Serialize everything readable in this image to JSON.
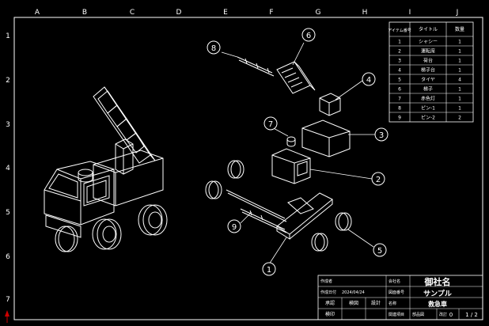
{
  "colors": {
    "background": "#000000",
    "line": "#ffffff",
    "accent_marker": "#cc0000"
  },
  "grid": {
    "columns": [
      "A",
      "B",
      "C",
      "D",
      "E",
      "F",
      "G",
      "H",
      "I",
      "J"
    ],
    "rows": [
      "1",
      "2",
      "3",
      "4",
      "5",
      "6",
      "7"
    ]
  },
  "bom": {
    "headers": {
      "item_no": "アイテム番号",
      "title": "タイトル",
      "qty": "数量"
    },
    "rows": [
      {
        "no": "1",
        "title": "シャシー",
        "qty": "1"
      },
      {
        "no": "2",
        "title": "運転席",
        "qty": "1"
      },
      {
        "no": "3",
        "title": "荷台",
        "qty": "1"
      },
      {
        "no": "4",
        "title": "梯子台",
        "qty": "1"
      },
      {
        "no": "5",
        "title": "タイヤ",
        "qty": "4"
      },
      {
        "no": "6",
        "title": "梯子",
        "qty": "1"
      },
      {
        "no": "7",
        "title": "赤色灯",
        "qty": "1"
      },
      {
        "no": "8",
        "title": "ピン-1",
        "qty": "1"
      },
      {
        "no": "9",
        "title": "ピン-2",
        "qty": "2"
      }
    ]
  },
  "balloons": [
    "1",
    "2",
    "3",
    "4",
    "5",
    "6",
    "7",
    "8",
    "9"
  ],
  "title_block": {
    "label_drawn_by": "作成者",
    "label_date": "作成日付",
    "date_value": "2024/04/24",
    "label_approve": "承認",
    "label_check": "検図",
    "label_design": "設計",
    "label_remarks": "検印",
    "label_company": "会社名",
    "company": "御社名",
    "label_drawing_no": "図面番号",
    "drawing_no": "サンプル",
    "label_name": "名称",
    "name": "救急車",
    "label_project": "関連項目",
    "label_part": "部品図",
    "label_rev": "改訂",
    "rev": "0",
    "sheet": "1 / 2"
  }
}
